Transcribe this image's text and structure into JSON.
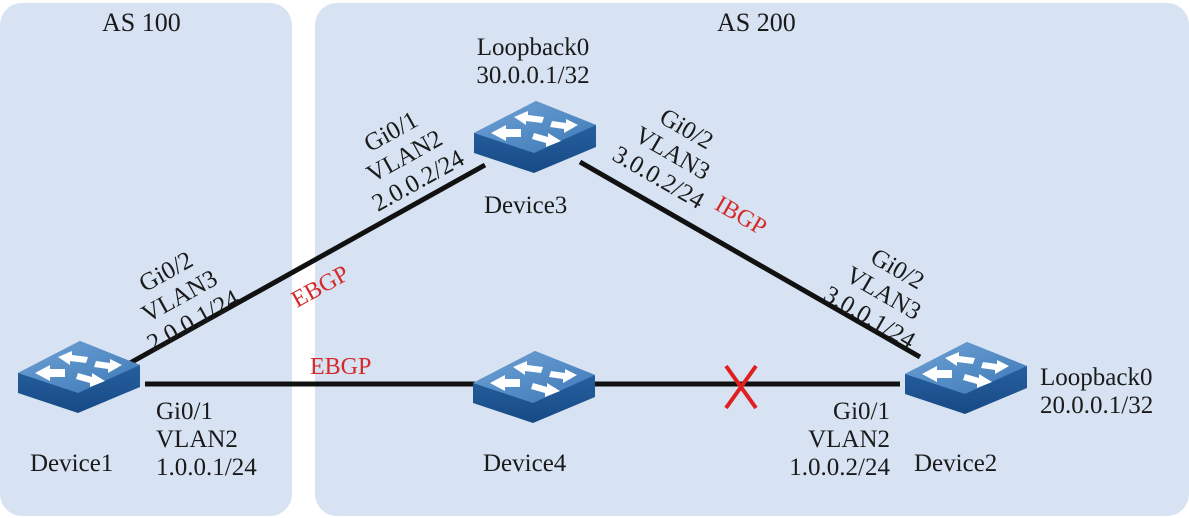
{
  "regions": [
    {
      "id": "as100",
      "label": "AS 100"
    },
    {
      "id": "as200",
      "label": "AS 200"
    }
  ],
  "devices": {
    "device1": {
      "name": "Device1",
      "icon": "switch-icon"
    },
    "device2": {
      "name": "Device2",
      "icon": "switch-icon",
      "loopback": {
        "name": "Loopback0",
        "ip": "20.0.0.1/32"
      }
    },
    "device3": {
      "name": "Device3",
      "icon": "switch-icon",
      "loopback": {
        "name": "Loopback0",
        "ip": "30.0.0.1/32"
      }
    },
    "device4": {
      "name": "Device4",
      "icon": "switch-icon"
    }
  },
  "interfaces": {
    "d1_gi02": {
      "port": "Gi0/2",
      "vlan": "VLAN3",
      "ip": "2.0.0.1/24"
    },
    "d1_gi01": {
      "port": "Gi0/1",
      "vlan": "VLAN2",
      "ip": "1.0.0.1/24"
    },
    "d3_gi01": {
      "port": "Gi0/1",
      "vlan": "VLAN2",
      "ip": "2.0.0.2/24"
    },
    "d3_gi02": {
      "port": "Gi0/2",
      "vlan": "VLAN3",
      "ip": "3.0.0.2/24"
    },
    "d2_gi02": {
      "port": "Gi0/2",
      "vlan": "VLAN3",
      "ip": "3.0.0.1/24"
    },
    "d2_gi01": {
      "port": "Gi0/1",
      "vlan": "VLAN2",
      "ip": "1.0.0.2/24"
    }
  },
  "links": [
    {
      "from": "Device1",
      "to": "Device3",
      "protocol": "EBGP",
      "status": "up"
    },
    {
      "from": "Device1",
      "to": "Device4",
      "protocol": "EBGP",
      "status": "up"
    },
    {
      "from": "Device3",
      "to": "Device2",
      "protocol": "IBGP",
      "status": "up"
    },
    {
      "from": "Device4",
      "to": "Device2",
      "protocol": "",
      "status": "down",
      "marker": "x-mark"
    }
  ],
  "colors": {
    "region_bg": "#d7e3f2",
    "link": "#111111",
    "protocol_text": "#d42a2a",
    "fault_mark": "#e02020",
    "switch_top": "#4d8ac6",
    "switch_side": "#1f5a9a"
  }
}
